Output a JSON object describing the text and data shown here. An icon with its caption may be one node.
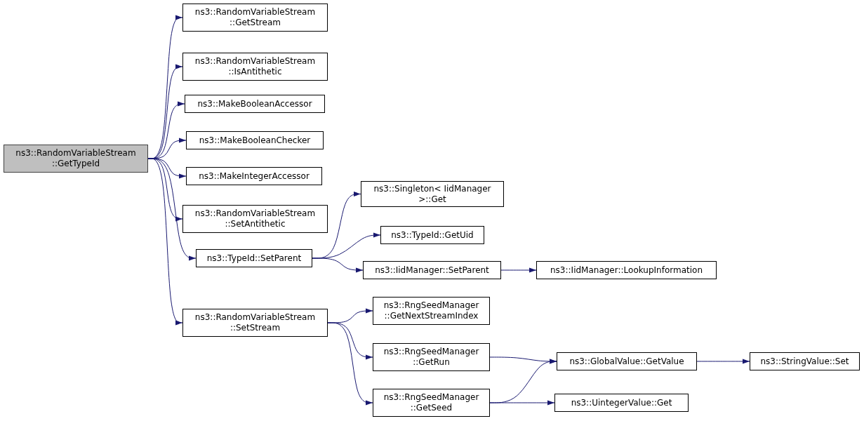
{
  "diagram": {
    "nodes": [
      {
        "text": [
          "ns3::RandomVariableStream ::GetTypeId"
        ]
      },
      {
        "text": [
          "ns3::RandomVariableStream ::GetStream"
        ]
      },
      {
        "text": [
          "ns3::RandomVariableStream ::IsAntithetic"
        ]
      },
      {
        "text": [
          "ns3::MakeBooleanAccessor"
        ]
      },
      {
        "text": [
          "ns3::MakeBooleanChecker"
        ]
      },
      {
        "text": [
          "ns3::MakeIntegerAccessor"
        ]
      },
      {
        "text": [
          "ns3::RandomVariableStream ::SetAntithetic"
        ]
      },
      {
        "text": [
          "ns3::TypeId::SetParent"
        ]
      },
      {
        "text": [
          "ns3::RandomVariableStream ::SetStream"
        ]
      },
      {
        "text": [
          "ns3::Singleton< IidManager >::Get"
        ]
      },
      {
        "text": [
          "ns3::TypeId::GetUid"
        ]
      },
      {
        "text": [
          "ns3::IidManager::SetParent"
        ]
      },
      {
        "text": [
          "ns3::IidManager::LookupInformation"
        ]
      },
      {
        "text": [
          "ns3::RngSeedManager ::GetNextStreamIndex"
        ]
      },
      {
        "text": [
          "ns3::RngSeedManager ::GetRun"
        ]
      },
      {
        "text": [
          "ns3::RngSeedManager ::GetSeed"
        ]
      },
      {
        "text": [
          "ns3::GlobalValue::GetValue"
        ]
      },
      {
        "text": [
          "ns3::StringValue::Set"
        ]
      },
      {
        "text": [
          "ns3::UintegerValue::Get"
        ]
      }
    ],
    "edges": [
      {
        "from": 0,
        "to": 1,
        "arrow": "to"
      },
      {
        "from": 0,
        "to": 2,
        "arrow": "to"
      },
      {
        "from": 0,
        "to": 3,
        "arrow": "to"
      },
      {
        "from": 0,
        "to": 4,
        "arrow": "to"
      },
      {
        "from": 0,
        "to": 5,
        "arrow": "to"
      },
      {
        "from": 0,
        "to": 6,
        "arrow": "to"
      },
      {
        "from": 0,
        "to": 7,
        "arrow": "to"
      },
      {
        "from": 0,
        "to": 8,
        "arrow": "to"
      },
      {
        "from": 7,
        "to": 9,
        "arrow": "to"
      },
      {
        "from": 7,
        "to": 10,
        "arrow": "to"
      },
      {
        "from": 7,
        "to": 11,
        "arrow": "to"
      },
      {
        "from": 11,
        "to": 12,
        "arrow": "to"
      },
      {
        "from": 8,
        "to": 13,
        "arrow": "to"
      },
      {
        "from": 8,
        "to": 14,
        "arrow": "to"
      },
      {
        "from": 8,
        "to": 15,
        "arrow": "to"
      },
      {
        "from": 14,
        "to": 16,
        "arrow": "to"
      },
      {
        "from": 15,
        "to": 16,
        "arrow": "to"
      },
      {
        "from": 15,
        "to": 18,
        "arrow": "to"
      },
      {
        "from": 16,
        "to": 17,
        "arrow": "to"
      }
    ]
  }
}
